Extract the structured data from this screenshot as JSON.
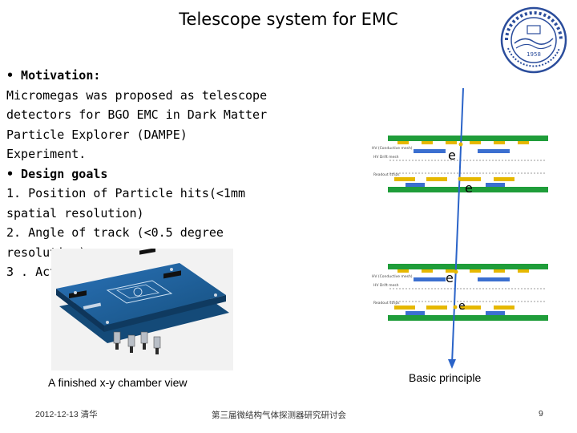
{
  "slide": {
    "title": "Telescope system for EMC",
    "body": {
      "motivation_label": "•  Motivation:",
      "motivation_text": [
        "Micromegas was proposed as telescope",
        "detectors  for BGO EMC in Dark Matter",
        "Particle Explorer (DAMPE)",
        "Experiment."
      ],
      "goals_label": "•  Design goals",
      "goals_text": [
        "1. Position of Particle  hits(<1mm",
        "spatial resolution)",
        "2. Angle of track (<0.5 degree",
        "resolution)",
        "3 . Act"
      ]
    },
    "photo_caption": "A finished x-y chamber view",
    "diagram_caption": "Basic principle",
    "diagram": {
      "electron_symbols": [
        "e",
        "e",
        "e",
        "e"
      ],
      "layer_labels": [
        "HV (Conductive mesh)",
        "HV  Drift mesh",
        "Readout strips"
      ]
    },
    "footer": {
      "date_place": "2012-12-13 清华",
      "conference": "第三届微结构气体探测器研究研讨会",
      "page_number": "9"
    },
    "colors": {
      "board_green": "#1f9d3a",
      "strip_yellow": "#e6b800",
      "strip_blue": "#3b6fd0",
      "track_blue": "#2a63c8",
      "logo_blue": "#2b4d9c",
      "board_pcb": "#1d5f9e"
    }
  }
}
